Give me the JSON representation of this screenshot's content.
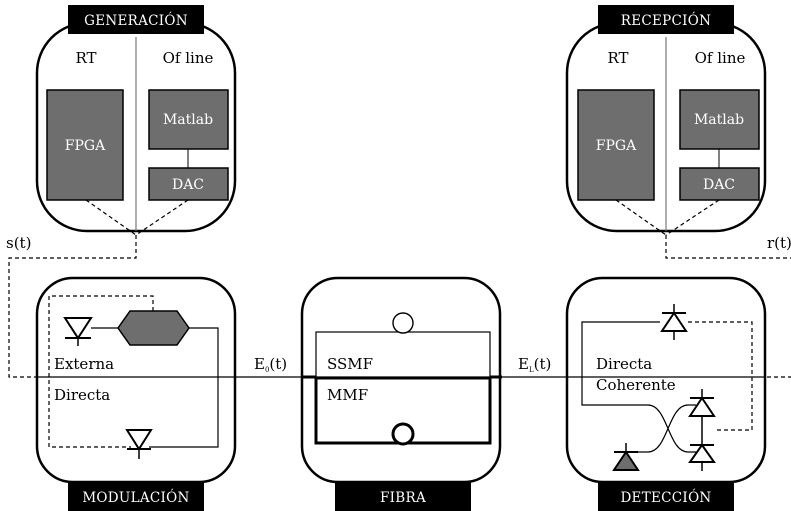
{
  "blocks": {
    "generacion": {
      "title": "GENERACIÓN",
      "rt_label": "RT",
      "offline_label": "Of line",
      "fpga_label": "FPGA",
      "matlab_label": "Matlab",
      "dac_label": "DAC"
    },
    "recepcion": {
      "title": "RECEPCIÓN",
      "rt_label": "RT",
      "offline_label": "Of line",
      "fpga_label": "FPGA",
      "matlab_label": "Matlab",
      "dac_label": "DAC"
    },
    "modulacion": {
      "title": "MODULACIÓN",
      "externa_label": "Externa",
      "directa_label": "Directa"
    },
    "fibra": {
      "title": "FIBRA",
      "ssmf_label": "SSMF",
      "mmf_label": "MMF"
    },
    "deteccion": {
      "title": "DETECCIÓN",
      "directa_label": "Directa",
      "coherente_label": "Coherente"
    }
  },
  "signals": {
    "s_t": "s(t)",
    "r_t": "r(t)",
    "e0": {
      "main": "E",
      "sub": "0",
      "tail": "(t)"
    },
    "el": {
      "main": "E",
      "sub": "L",
      "tail": "(t)"
    }
  },
  "colors": {
    "box_fill": "#6e6e6e",
    "header_fill": "#000000",
    "line": "#000000"
  }
}
